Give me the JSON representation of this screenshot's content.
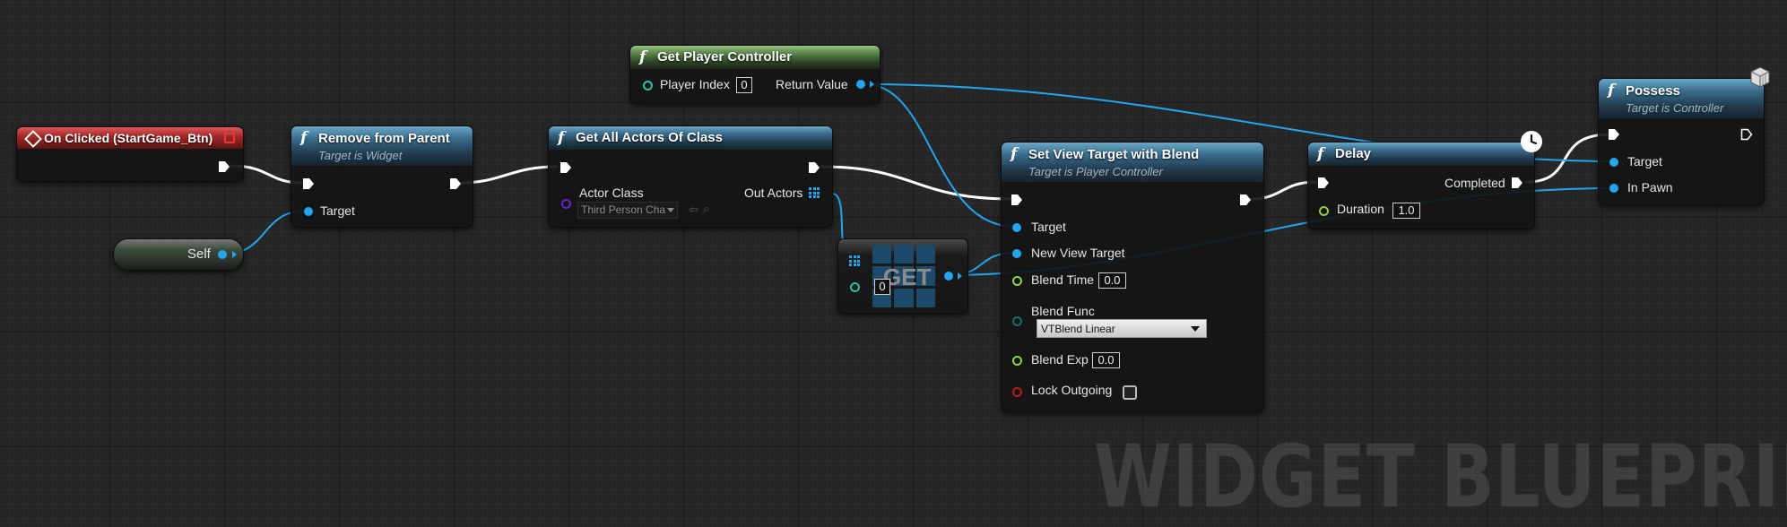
{
  "watermark": "WIDGET BLUEPRINT",
  "nodes": {
    "on_clicked": {
      "title": "On Clicked (StartGame_Btn)"
    },
    "self": {
      "label": "Self"
    },
    "remove_from_parent": {
      "title": "Remove from Parent",
      "subtitle": "Target is Widget",
      "pin_target": "Target"
    },
    "get_player_controller": {
      "title": "Get Player Controller",
      "pin_player_index": "Player Index",
      "player_index_value": "0",
      "pin_return_value": "Return Value"
    },
    "get_all_actors": {
      "title": "Get All Actors Of Class",
      "pin_actor_class": "Actor Class",
      "actor_class_value": "Third Person Cha",
      "pin_out_actors": "Out Actors"
    },
    "get": {
      "title": "GET",
      "index_value": "0"
    },
    "set_view_target": {
      "title": "Set View Target with Blend",
      "subtitle": "Target is Player Controller",
      "pin_target": "Target",
      "pin_new_view_target": "New View Target",
      "pin_blend_time": "Blend Time",
      "blend_time_value": "0.0",
      "pin_blend_func": "Blend Func",
      "blend_func_value": "VTBlend Linear",
      "pin_blend_exp": "Blend Exp",
      "blend_exp_value": "0.0",
      "pin_lock_outgoing": "Lock Outgoing"
    },
    "delay": {
      "title": "Delay",
      "pin_completed": "Completed",
      "pin_duration": "Duration",
      "duration_value": "1.0"
    },
    "possess": {
      "title": "Possess",
      "subtitle": "Target is Controller",
      "pin_target": "Target",
      "pin_in_pawn": "In Pawn"
    }
  },
  "colors": {
    "exec_wire": "#ffffff",
    "object_pin": "#22a6ef",
    "float_pin": "#8fd33a",
    "int_pin": "#1fc5a4",
    "bool_pin": "#b81d1d",
    "class_pin": "#6e1fc2"
  },
  "icons": [
    "function-icon",
    "event-icon",
    "clock-icon",
    "cube-icon",
    "dropdown-arrow-icon",
    "use-selected-icon",
    "browse-icon",
    "array-icon",
    "checkbox-icon"
  ]
}
